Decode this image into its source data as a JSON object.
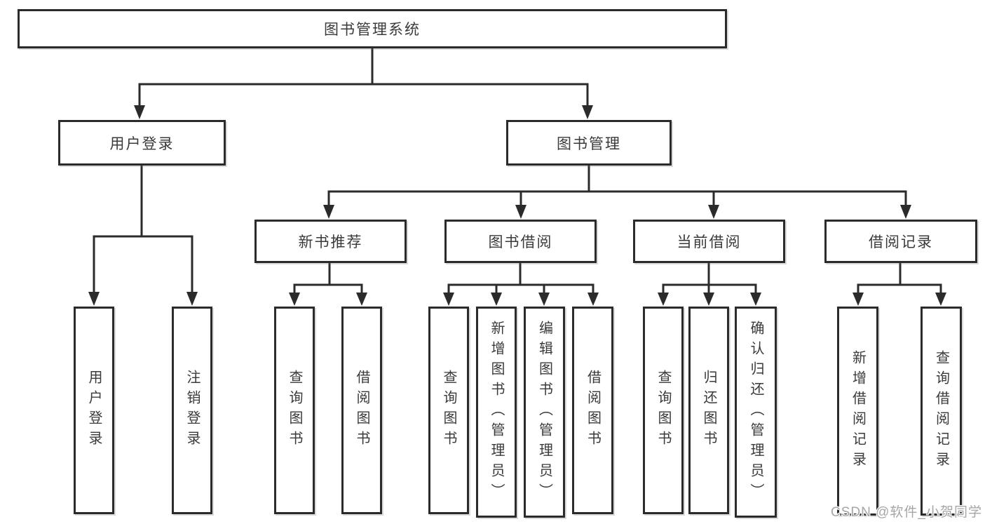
{
  "tree": {
    "label": "图书管理系统",
    "children": [
      {
        "label": "用户登录",
        "children": [
          {
            "label": "用户登录"
          },
          {
            "label": "注销登录"
          }
        ]
      },
      {
        "label": "图书管理",
        "children": [
          {
            "label": "新书推荐",
            "children": [
              {
                "label": "查询图书"
              },
              {
                "label": "借阅图书"
              }
            ]
          },
          {
            "label": "图书借阅",
            "children": [
              {
                "label": "查询图书"
              },
              {
                "label": "新增图书（管理员）"
              },
              {
                "label": "编辑图书（管理员）"
              },
              {
                "label": "借阅图书"
              }
            ]
          },
          {
            "label": "当前借阅",
            "children": [
              {
                "label": "查询图书"
              },
              {
                "label": "归还图书"
              },
              {
                "label": "确认归还（管理员）"
              }
            ]
          },
          {
            "label": "借阅记录",
            "children": [
              {
                "label": "新增借阅记录"
              },
              {
                "label": "查询借阅记录"
              }
            ]
          }
        ]
      }
    ]
  },
  "watermark": {
    "text": "CSDN @软件_小贺同学"
  },
  "colors": {
    "line": "#2b2b2b",
    "box_border": "#2b2b2b",
    "text": "#3a3a3a",
    "watermark": "#a6a6a6",
    "background": "#ffffff"
  }
}
